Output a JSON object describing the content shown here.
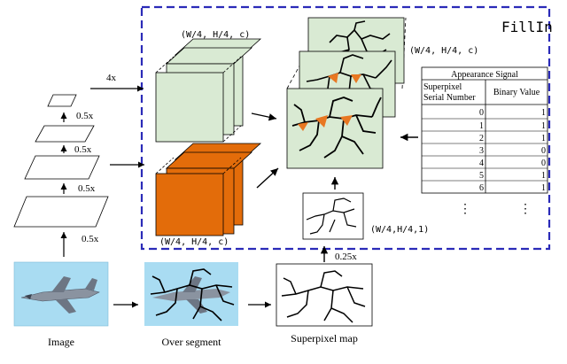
{
  "fillin_title": "FillIn",
  "dims": {
    "upper_block": "(W/4, H/4, c)",
    "lower_block": "(W/4, H/4, c)",
    "mask_stack": "(W/4, H/4, c)",
    "input_map": "(W/4,H/4,1)"
  },
  "scales": {
    "up_4x": "4x",
    "pyr_1": "0.5x",
    "pyr_2": "0.5x",
    "pyr_3": "0.5x",
    "pyr_4": "0.5x",
    "map_scale": "0.25x"
  },
  "captions": {
    "image": "Image",
    "over_segment": "Over segment",
    "superpixel_map": "Superpixel map"
  },
  "table": {
    "title": "Appearance Signal",
    "col1_header_line1": "Superpixel",
    "col1_header_line2": "Serial Number",
    "col2_header": "Binary Value",
    "rows": [
      {
        "serial": "0",
        "value": "1"
      },
      {
        "serial": "1",
        "value": "1"
      },
      {
        "serial": "2",
        "value": "1"
      },
      {
        "serial": "3",
        "value": "0"
      },
      {
        "serial": "4",
        "value": "0"
      },
      {
        "serial": "5",
        "value": "1"
      },
      {
        "serial": "6",
        "value": "1"
      }
    ],
    "ellipsis": "⋮"
  },
  "colors": {
    "dashed_border": "#2b2bb8",
    "feature_green": "#d9ead3",
    "feature_orange": "#e36c0a",
    "sky_blue": "#a9dcf2",
    "segment_orange": "#e87722"
  }
}
